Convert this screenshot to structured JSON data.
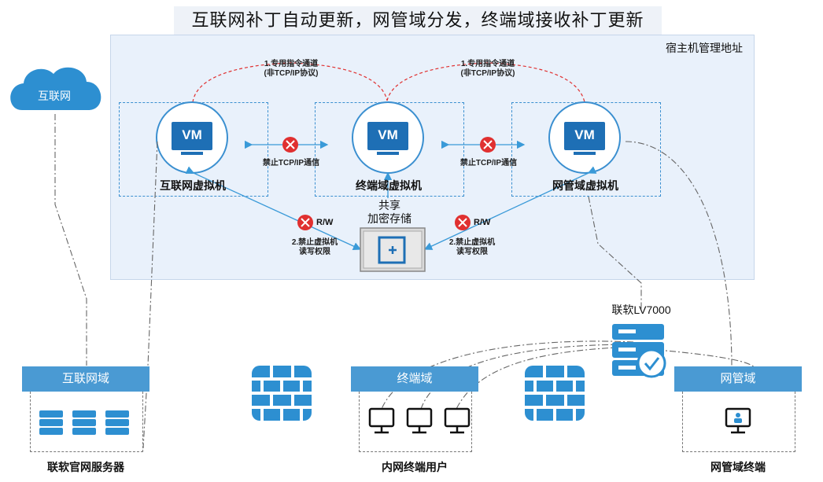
{
  "title": "互联网补丁自动更新，网管域分发，终端域接收补丁更新",
  "host_label": "宿主机管理地址",
  "cloud_label": "互联网",
  "vms": [
    {
      "badge": "VM",
      "label": "互联网虚拟机"
    },
    {
      "badge": "VM",
      "label": "终端域虚拟机"
    },
    {
      "badge": "VM",
      "label": "网管域虚拟机"
    }
  ],
  "channel_label_1": "1.专用指令通道",
  "channel_label_2": "(非TCP/IP协议)",
  "forbid_tcp": "禁止TCP/IP通信",
  "storage_label_1": "共享",
  "storage_label_2": "加密存储",
  "rw_label": "R/W",
  "forbid_rw_1": "2.禁止虚拟机",
  "forbid_rw_2": "读写权限",
  "device_label": "联软LV7000",
  "domains": [
    {
      "name": "互联网域",
      "caption": "联软官网服务器"
    },
    {
      "name": "终端域",
      "caption": "内网终端用户"
    },
    {
      "name": "网管域",
      "caption": "网管域终端"
    }
  ],
  "colors": {
    "accent": "#4a9ad3",
    "danger": "#e03030",
    "host_bg": "#e9f1fb"
  }
}
